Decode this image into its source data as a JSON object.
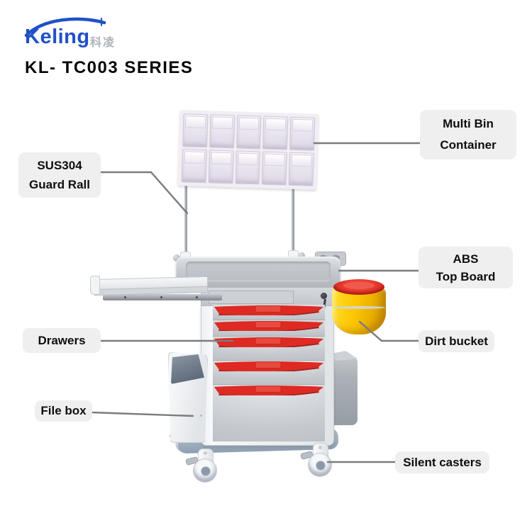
{
  "brand": {
    "name": "Keling",
    "name_cn": "科凌"
  },
  "title": "KL- TC003 SERIES",
  "callouts": [
    {
      "id": "multi-bin-container",
      "lines": [
        "Multi Bin",
        "Container"
      ]
    },
    {
      "id": "sus304-guard-rail",
      "lines": [
        "SUS304",
        "Guard Rall"
      ]
    },
    {
      "id": "abs-top-board",
      "lines": [
        "ABS",
        "Top Board"
      ]
    },
    {
      "id": "dirt-bucket",
      "lines": [
        "Dirt bucket"
      ]
    },
    {
      "id": "drawers",
      "lines": [
        "Drawers"
      ]
    },
    {
      "id": "file-box",
      "lines": [
        "File box"
      ]
    },
    {
      "id": "silent-casters",
      "lines": [
        "Silent casters"
      ]
    }
  ],
  "product": {
    "bin_rows": 2,
    "bin_cols": 5,
    "drawer_count": 5,
    "colors": {
      "accent_red": "#de2a22",
      "bucket_yellow": "#fcc400",
      "logo_blue": "#2150c8",
      "label_bg": "#efefef",
      "leader_line": "#7c7c7c"
    }
  }
}
